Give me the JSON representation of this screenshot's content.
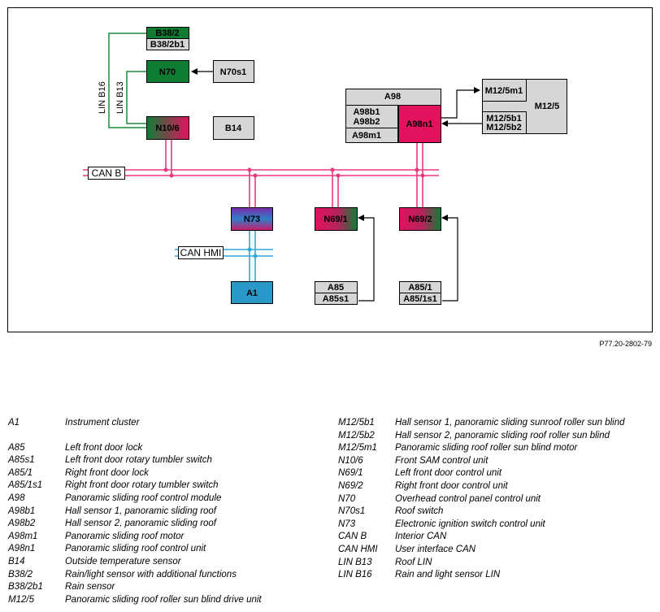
{
  "diagram": {
    "boxes": {
      "B38_2": "B38/2",
      "B38_2b1": "B38/2b1",
      "N70": "N70",
      "N70s1": "N70s1",
      "N10_6": "N10/6",
      "B14": "B14",
      "A98": "A98",
      "A98b1": "A98b1",
      "A98b2": "A98b2",
      "A98m1": "A98m1",
      "A98n1": "A98n1",
      "M12_5m1": "M12/5m1",
      "M12_5": "M12/5",
      "M12_5b1": "M12/5b1",
      "M12_5b2": "M12/5b2",
      "N73": "N73",
      "N69_1": "N69/1",
      "N69_2": "N69/2",
      "A1": "A1",
      "A85": "A85",
      "A85s1": "A85s1",
      "A85_1": "A85/1",
      "A85_1s1": "A85/1s1"
    },
    "bus_labels": {
      "can_b": "CAN B",
      "can_hmi": "CAN HMI",
      "lin_b16": "LIN B16",
      "lin_b13": "LIN B13"
    },
    "colors": {
      "can_b_bus": "#e8397f",
      "can_hmi_bus": "#2fa9d6",
      "lin_bus": "#1e8a3c",
      "green_unit": "#0f7c34",
      "magenta_unit": "#e2125e",
      "blue_unit": "#2a98c8",
      "gray_component": "#d6d6d6"
    }
  },
  "figure_id": "P77.20-2802-79",
  "legend": {
    "left": [
      {
        "code": "A1",
        "desc": "Instrument cluster"
      },
      {
        "code": "A85",
        "desc": "Left front door lock"
      },
      {
        "code": "A85s1",
        "desc": "Left front door rotary tumbler switch"
      },
      {
        "code": "A85/1",
        "desc": "Right front door lock"
      },
      {
        "code": "A85/1s1",
        "desc": "Right front door rotary tumbler switch"
      },
      {
        "code": "A98",
        "desc": "Panoramic sliding roof control module"
      },
      {
        "code": "A98b1",
        "desc": "Hall sensor 1, panoramic sliding roof"
      },
      {
        "code": "A98b2",
        "desc": "Hall sensor 2, panoramic sliding roof"
      },
      {
        "code": "A98m1",
        "desc": "Panoramic sliding roof motor"
      },
      {
        "code": "A98n1",
        "desc": "Panoramic sliding roof control unit"
      },
      {
        "code": "B14",
        "desc": "Outside temperature sensor"
      },
      {
        "code": "B38/2",
        "desc": "Rain/light sensor with additional functions"
      },
      {
        "code": "B38/2b1",
        "desc": "Rain sensor"
      },
      {
        "code": "M12/5",
        "desc": "Panoramic sliding roof roller sun blind drive unit"
      }
    ],
    "right": [
      {
        "code": "M12/5b1",
        "desc": "Hall sensor 1, panoramic sliding sunroof roller sun blind"
      },
      {
        "code": "M12/5b2",
        "desc": "Hall sensor 2, panoramic sliding roof roller sun blind"
      },
      {
        "code": "M12/5m1",
        "desc": "Panoramic sliding roof roller sun blind motor"
      },
      {
        "code": "N10/6",
        "desc": "Front SAM control unit"
      },
      {
        "code": "N69/1",
        "desc": "Left front door control unit"
      },
      {
        "code": "N69/2",
        "desc": "Right front door control unit"
      },
      {
        "code": "N70",
        "desc": "Overhead control panel control unit"
      },
      {
        "code": "N70s1",
        "desc": "Roof switch"
      },
      {
        "code": "N73",
        "desc": "Electronic ignition switch control unit"
      },
      {
        "code": "CAN B",
        "desc": "Interior CAN"
      },
      {
        "code": "CAN HMI",
        "desc": "User interface CAN"
      },
      {
        "code": "LIN B13",
        "desc": "Roof LIN"
      },
      {
        "code": "LIN B16",
        "desc": "Rain and light sensor LIN"
      }
    ]
  }
}
